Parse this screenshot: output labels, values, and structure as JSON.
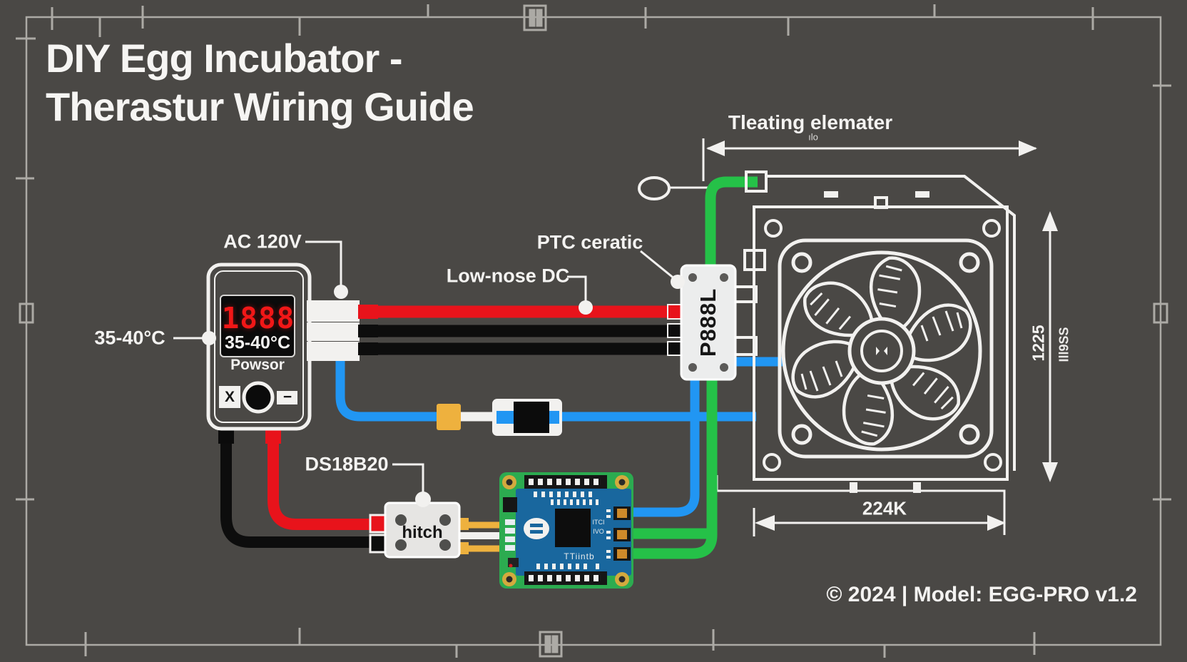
{
  "title": {
    "line1": "DIY Egg Incubator -",
    "line2": "Therastur Wiring Guide"
  },
  "footer": {
    "text": "© 2024 | Model: EGG-PRO v1.2"
  },
  "callouts": {
    "ac_voltage": "AC 120V",
    "temp_range": "35-40°C",
    "ptc": "PTC ceratic",
    "dc": "Low-nose DC",
    "sensor": "DS18B20",
    "heating_element": "Tleating elemater",
    "heating_element_sub": "ılo"
  },
  "thermostat": {
    "display_value": "1888",
    "display_range": "35-40°C",
    "power_label": "Powsor",
    "button_x": "X",
    "button_minus": "−"
  },
  "relay": {
    "label": "P888L"
  },
  "switch_module": {
    "label": "hitch"
  },
  "pcb": {
    "silkscreen": "TTiintb",
    "tiny_label_1": "ITCI",
    "tiny_label_2": "IVO"
  },
  "dimensions": {
    "height_label_1": "1225",
    "height_label_2": "Ill9SS",
    "width_label": "224K"
  },
  "colors": {
    "background": "#4a4845",
    "wire_red": "#e8131b",
    "wire_black": "#0d0d0d",
    "wire_blue": "#2196f3",
    "wire_green": "#25c148",
    "wire_orange": "#eeb13e",
    "display_red": "#f11717",
    "pcb_green": "#2cab50",
    "pcb_blue": "#19679e",
    "line_white": "#f2f1ef",
    "border_gray": "#acaaa5"
  }
}
